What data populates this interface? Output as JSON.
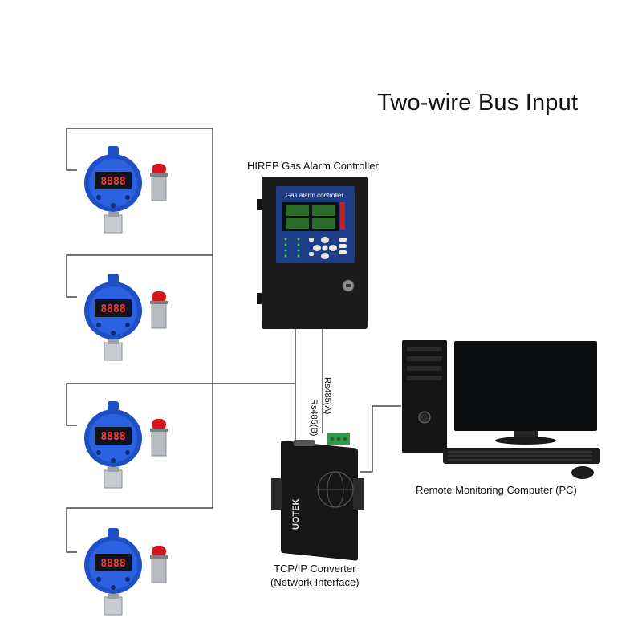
{
  "title": "Two-wire Bus Input",
  "controller": {
    "label": "HIREP Gas Alarm Controller",
    "screen_title": "Gas alarm controller"
  },
  "converter": {
    "label_line1": "TCP/IP Converter",
    "label_line2": "(Network Interface)",
    "brand": "UOTEK"
  },
  "wires": {
    "rs485_a": "Rs485(A)",
    "rs485_b": "Rs485(B)"
  },
  "computer": {
    "label": "Remote Monitoring Computer (PC)"
  },
  "detectors": [
    {
      "display": "8888"
    },
    {
      "display": "8888"
    },
    {
      "display": "8888"
    },
    {
      "display": "8888"
    }
  ],
  "colors": {
    "detector_blue": "#1f4fc4",
    "beacon_red": "#d8151a",
    "controller_black": "#1b1b1b",
    "screen_blue": "#1d3d86",
    "wire": "#222222"
  }
}
